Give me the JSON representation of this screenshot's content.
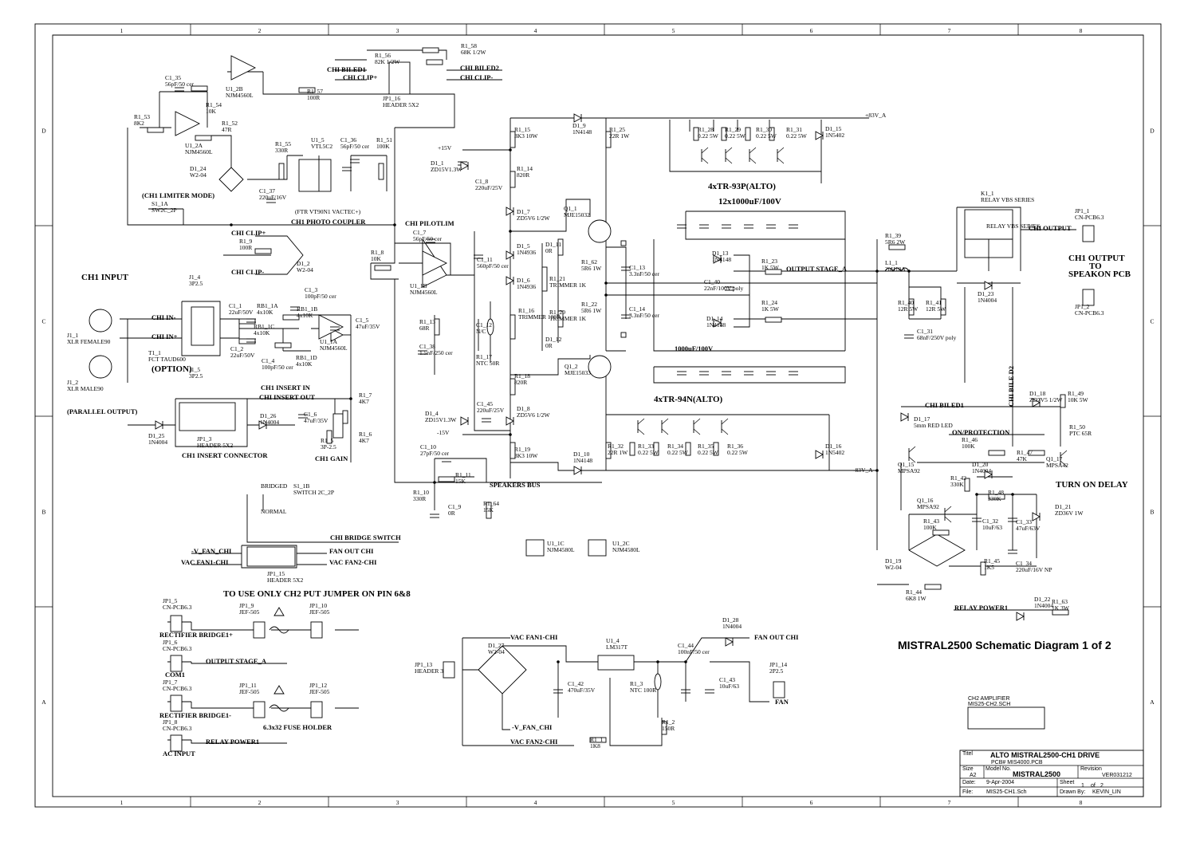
{
  "title_block": {
    "titel_label": "Titel",
    "title": "ALTO MISTRAL2500-CH1 DRIVE",
    "pcb": "PCB# MIS4000.PCB",
    "size_label": "Size",
    "size": "A2",
    "model_label": "Model No.",
    "model": "MISTRAL2500",
    "revision_label": "Revision",
    "revision": "VER031212",
    "date_label": "Date:",
    "date": "9-Apr-2004",
    "sheet_label": "Sheet",
    "sheet": "1",
    "of_label": "of",
    "sheets": "2",
    "file_label": "File:",
    "file": "MIS25-CH1.Sch",
    "drawn_label": "Drawn By:",
    "drawn": "KEVIN_LIN"
  },
  "diagram_title": "MISTRAL2500  Schematic Diagram 1 of 2",
  "sub_sheet": {
    "line1": "CH2 AMPLIFIER",
    "line2": "MIS25-CH2.SCH"
  },
  "border": {
    "cols": [
      "1",
      "2",
      "3",
      "4",
      "5",
      "6",
      "7",
      "8"
    ],
    "rows": [
      "D",
      "C",
      "B",
      "A"
    ]
  },
  "labels": {
    "ch1_input": "CH1 INPUT",
    "ch1_output": "CH1 OUTPUT",
    "to": "TO",
    "speakon": "SPEAKON PCB",
    "parallel_output": "(PARALLEL OUTPUT)",
    "ch1_insert_connector": "CH1 INSERT CONNECTOR",
    "ch1_gain": "CH1 GAIN",
    "ch1_photo_coupler": "CH1 PHOTO COUPLER",
    "ftr": "(FTR VT90N1 VACTEC+)",
    "limiter_mode": "(CH1 LIMITER MODE)",
    "pilotlim": "CHI PILOTLIM",
    "insert_out": "CHI INSERT OUT",
    "insert_in": "CH1 INSERT IN",
    "speakers_bus": "SPEAKERS BUS",
    "bridge_switch": "CHI BRIDGE SWITCH",
    "bridged": "BRIDGED",
    "normal": "NORMAL",
    "switch_note": "TO USE ONLY CH2 PUT JUMPER ON PIN 6&8",
    "output_stage": "OUTPUT STAGE_A",
    "output_stage2": "OUTPUT STAGE_A",
    "chi_output": "CHI OUTPUT",
    "relay_vbs": "RELAY VBS SERIES",
    "on_protection": "ON/PROTECTION",
    "turn_on_delay": "TURN ON DELAY",
    "chi_biled": "CHI BILED1",
    "chi_bile_d2": "CHI BILE D2",
    "relay_power": "RELAY POWER1",
    "relay_power2": "RELAY POWER1",
    "rectifier_bridge_p": "RECTIFIER BRIDGE1+",
    "rectifier_bridge_n": "RECTIFIER BRIDGE1-",
    "com": "COM1",
    "ac_input": "AC INPUT",
    "fuse_holder": "6.3x32 FUSE HOLDER",
    "fan": "FAN",
    "fan_out": "FAN OUT CHI",
    "fan_out2": "FAN OUT CHI",
    "vac_fan1": "VAC FAN1-CHI",
    "vac_fan1b": "VAC FAN1-CHI",
    "vac_fan2": "VAC FAN2-CHI",
    "vac_fan2b": "VAC FAN2-CHI",
    "v_fan": "-V_FAN_CHI",
    "v_fan2": "-V_FAN_CHI",
    "tr93": "4xTR-93P(ALTO)",
    "tr94": "4xTR-94N(ALTO)",
    "caps_top": "12x1000uF/100V",
    "caps_bot": "1000uF/100V",
    "v83a": "+83V_A",
    "vm83a": "-83V_A",
    "v15p": "+15V",
    "v15m": "-15V",
    "chi_clip_p": "CHI CLIP+",
    "chi_clip_m": "CHI CLIP-",
    "chi_biled2": "CHI BILED2",
    "chi_biled1": "CHI BILED1",
    "chi_in_m": "CHI IN-",
    "chi_in_p": "CHI IN+",
    "option": "(OPTION)"
  },
  "components": [
    {
      "ref": "R1_58",
      "val": "68K 1/2W"
    },
    {
      "ref": "R1_56",
      "val": "82K 1/2W"
    },
    {
      "ref": "JP1_16",
      "val": "HEADER 5X2"
    },
    {
      "ref": "R1_57",
      "val": "100R"
    },
    {
      "ref": "U1_2B",
      "val": "NJM4560L"
    },
    {
      "ref": "C1_35",
      "val": "56pF/50 cer"
    },
    {
      "ref": "R1_54",
      "val": "10K"
    },
    {
      "ref": "R1_53",
      "val": "8K2"
    },
    {
      "ref": "R1_52",
      "val": "47R"
    },
    {
      "ref": "U1_2A",
      "val": "NJM4560L"
    },
    {
      "ref": "D1_24",
      "val": "W2-04"
    },
    {
      "ref": "R1_55",
      "val": "330R"
    },
    {
      "ref": "U1_5",
      "val": "VTL5C2"
    },
    {
      "ref": "C1_36",
      "val": "56pF/50 cer"
    },
    {
      "ref": "R1_51",
      "val": "100K"
    },
    {
      "ref": "C1_37",
      "val": "220uF/16V"
    },
    {
      "ref": "S1_1A",
      "val": "SW2C_2P"
    },
    {
      "ref": "R1_9",
      "val": "100R"
    },
    {
      "ref": "D1_2",
      "val": "W2-04"
    },
    {
      "ref": "J1_4",
      "val": "3P2.5"
    },
    {
      "ref": "C1_1",
      "val": "22uF/50V"
    },
    {
      "ref": "RB1_1A",
      "val": "4x10K"
    },
    {
      "ref": "C1_3",
      "val": "100pF/50 cer"
    },
    {
      "ref": "RB1_1B",
      "val": "4x10K"
    },
    {
      "ref": "C1_5",
      "val": "47uF/35V"
    },
    {
      "ref": "RB1_1C",
      "val": "4x10K"
    },
    {
      "ref": "U1_1A",
      "val": "NJM4560L"
    },
    {
      "ref": "J1_1",
      "val": "XLR FEMALE90"
    },
    {
      "ref": "T1_1",
      "val": "FCT TAUD600"
    },
    {
      "ref": "C1_2",
      "val": "22uF/50V"
    },
    {
      "ref": "C1_4",
      "val": "100pF/50 cer"
    },
    {
      "ref": "RB1_1D",
      "val": "4x10K"
    },
    {
      "ref": "J1_2",
      "val": "XLR MALE90"
    },
    {
      "ref": "J1_5",
      "val": "3P2.5"
    },
    {
      "ref": "JP1_3",
      "val": "HEADER 5X2"
    },
    {
      "ref": "D1_25",
      "val": "1N4004"
    },
    {
      "ref": "D1_26",
      "val": "1N4004"
    },
    {
      "ref": "C1_6",
      "val": "47uF/35V"
    },
    {
      "ref": "R1_7",
      "val": "4K7"
    },
    {
      "ref": "R1_6",
      "val": "4K7"
    },
    {
      "ref": "R1_5",
      "val": "3P-2.5"
    },
    {
      "ref": "R1_8",
      "val": "10K"
    },
    {
      "ref": "C1_7",
      "val": "56pF/50 cer"
    },
    {
      "ref": "U1_1B",
      "val": "NJM4560L"
    },
    {
      "ref": "R1_13",
      "val": "68R"
    },
    {
      "ref": "C1_38",
      "val": "1.5nF/250 cer"
    },
    {
      "ref": "C1_10",
      "val": "27pF/50 cer"
    },
    {
      "ref": "R1_11",
      "val": "15K"
    },
    {
      "ref": "R1_10",
      "val": "330R"
    },
    {
      "ref": "C1_9",
      "val": "0R"
    },
    {
      "ref": "R1_64",
      "val": "15K"
    },
    {
      "ref": "D1_1",
      "val": "ZD15V1.3W"
    },
    {
      "ref": "C1_8",
      "val": "220uF/25V"
    },
    {
      "ref": "R1_15",
      "val": "3K3 10W"
    },
    {
      "ref": "R1_14",
      "val": "820R"
    },
    {
      "ref": "D1_7",
      "val": "ZD5V6 1/2W"
    },
    {
      "ref": "D1_5",
      "val": "1N4936"
    },
    {
      "ref": "C1_11",
      "val": "560pF/50 cer"
    },
    {
      "ref": "D1_6",
      "val": "1N4936"
    },
    {
      "ref": "C1_12",
      "val": "N/C"
    },
    {
      "ref": "R1_17",
      "val": "NTC 50R"
    },
    {
      "ref": "R1_16",
      "val": "TRIMMER 100R"
    },
    {
      "ref": "R1_18",
      "val": "820R"
    },
    {
      "ref": "D1_4",
      "val": "ZD15V1.3W"
    },
    {
      "ref": "C1_45",
      "val": "220uF/25V"
    },
    {
      "ref": "D1_8",
      "val": "ZD5V6 1/2W"
    },
    {
      "ref": "R1_19",
      "val": "3K3 10W"
    },
    {
      "ref": "D1_9",
      "val": "1N4148"
    },
    {
      "ref": "R1_25",
      "val": "22R 1W"
    },
    {
      "ref": "Q1_1",
      "val": "MJE15032"
    },
    {
      "ref": "D1_11",
      "val": "0R"
    },
    {
      "ref": "R1_21",
      "val": "TRIMMER 1K"
    },
    {
      "ref": "R1_20",
      "val": "TRIMMER 1K"
    },
    {
      "ref": "D1_12",
      "val": "0R"
    },
    {
      "ref": "R1_62",
      "val": "5R6 1W"
    },
    {
      "ref": "R1_22",
      "val": "5R6 1W"
    },
    {
      "ref": "C1_13",
      "val": "3.3nF/50 cer"
    },
    {
      "ref": "C1_14",
      "val": "3.3nF/50 cer"
    },
    {
      "ref": "Q1_2",
      "val": "MJE15033"
    },
    {
      "ref": "D1_10",
      "val": "1N4148"
    },
    {
      "ref": "R1_28",
      "val": "0.22 5W"
    },
    {
      "ref": "R1_29",
      "val": "0.22 5W"
    },
    {
      "ref": "R1_30",
      "val": "0.22 5W"
    },
    {
      "ref": "R1_31",
      "val": "0.22 5W"
    },
    {
      "ref": "D1_15",
      "val": "1N5402"
    },
    {
      "ref": "D1_13",
      "val": "1N4148"
    },
    {
      "ref": "R1_23",
      "val": "1K 5W"
    },
    {
      "ref": "C1_40",
      "val": "22nF/100V poly"
    },
    {
      "ref": "R1_24",
      "val": "1K 5W"
    },
    {
      "ref": "D1_14",
      "val": "1N4148"
    },
    {
      "ref": "R1_32",
      "val": "22R 1W"
    },
    {
      "ref": "R1_33",
      "val": "0.22 5W"
    },
    {
      "ref": "R1_34",
      "val": "0.22 5W"
    },
    {
      "ref": "R1_35",
      "val": "0.22 5W"
    },
    {
      "ref": "R1_36",
      "val": "0.22 5W"
    },
    {
      "ref": "D1_16",
      "val": "1N5402"
    },
    {
      "ref": "R1_39",
      "val": "5R6 2W"
    },
    {
      "ref": "L1_1",
      "val": "2uH10A"
    },
    {
      "ref": "R1_40",
      "val": "12R 5W"
    },
    {
      "ref": "R1_41",
      "val": "12R 5W"
    },
    {
      "ref": "C1_31",
      "val": "68nF/250V poly"
    },
    {
      "ref": "K1_1",
      "val": "RELAY VBS SERIES"
    },
    {
      "ref": "D1_23",
      "val": "1N4004"
    },
    {
      "ref": "JP1_1",
      "val": "CN-PCB6.3"
    },
    {
      "ref": "JP1_2",
      "val": "CN-PCB6.3"
    },
    {
      "ref": "D1_18",
      "val": "ZD7V5 1/2W"
    },
    {
      "ref": "R1_49",
      "val": "10K 5W"
    },
    {
      "ref": "R1_50",
      "val": "PTC 65R"
    },
    {
      "ref": "D1_17",
      "val": "5mm RED LED"
    },
    {
      "ref": "R1_46",
      "val": "100K"
    },
    {
      "ref": "R1_47",
      "val": "47K"
    },
    {
      "ref": "Q1_17",
      "val": "MPSA42"
    },
    {
      "ref": "Q1_15",
      "val": "MPSA92"
    },
    {
      "ref": "D1_20",
      "val": "1N4004"
    },
    {
      "ref": "R1_42",
      "val": "330K"
    },
    {
      "ref": "R1_48",
      "val": "330K"
    },
    {
      "ref": "Q1_16",
      "val": "MPSA92"
    },
    {
      "ref": "R1_43",
      "val": "100K"
    },
    {
      "ref": "C1_32",
      "val": "10uF/63"
    },
    {
      "ref": "C1_33",
      "val": "47uF/63V"
    },
    {
      "ref": "D1_21",
      "val": "ZD36V 1W"
    },
    {
      "ref": "D1_19",
      "val": "W2-04"
    },
    {
      "ref": "R1_45",
      "val": "1K5"
    },
    {
      "ref": "C1_34",
      "val": "220uF/16V NP"
    },
    {
      "ref": "R1_44",
      "val": "6K8 1W"
    },
    {
      "ref": "D1_22",
      "val": "1N4004"
    },
    {
      "ref": "R1_63",
      "val": "1K 3W"
    },
    {
      "ref": "S1_1B",
      "val": "SWITCH 2C_2P"
    },
    {
      "ref": "JP1_15",
      "val": "HEADER 5X2"
    },
    {
      "ref": "U1_1C",
      "val": "NJM4580L"
    },
    {
      "ref": "U1_2C",
      "val": "NJM4580L"
    },
    {
      "ref": "JP1_5",
      "val": "CN-PCB6.3"
    },
    {
      "ref": "JP1_9",
      "val": "JEF-505"
    },
    {
      "ref": "JP1_10",
      "val": "JEF-505"
    },
    {
      "ref": "JP1_6",
      "val": "CN-PCB6.3"
    },
    {
      "ref": "JP1_7",
      "val": "CN-PCB6.3"
    },
    {
      "ref": "JP1_11",
      "val": "JEF-505"
    },
    {
      "ref": "JP1_12",
      "val": "JEF-505"
    },
    {
      "ref": "JP1_8",
      "val": "CN-PCB6.3"
    },
    {
      "ref": "JP1_13",
      "val": "HEADER 3"
    },
    {
      "ref": "D1_27",
      "val": "W2-04"
    },
    {
      "ref": "U1_4",
      "val": "LM317T"
    },
    {
      "ref": "C1_42",
      "val": "470uF/35V"
    },
    {
      "ref": "R1_3",
      "val": "NTC 100R"
    },
    {
      "ref": "C1_44",
      "val": "100nF/50 cer"
    },
    {
      "ref": "D1_28",
      "val": "1N4004"
    },
    {
      "ref": "C1_43",
      "val": "10uF/63"
    },
    {
      "ref": "JP1_14",
      "val": "2P2.5"
    },
    {
      "ref": "R1_2",
      "val": "150R"
    },
    {
      "ref": "R1_1",
      "val": "1K8"
    }
  ]
}
